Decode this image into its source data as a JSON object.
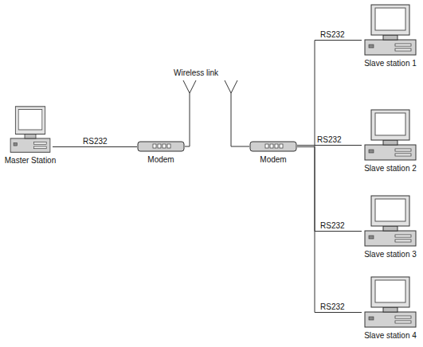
{
  "diagram": {
    "nodes": [
      {
        "text": [
          "Master Station"
        ]
      },
      {
        "text": [
          "Modem"
        ]
      },
      {
        "text": [
          "Modem"
        ]
      },
      {
        "text": [
          "Slave station 1"
        ]
      },
      {
        "text": [
          "Slave station 2"
        ]
      },
      {
        "text": [
          "Slave station 3"
        ]
      },
      {
        "text": [
          "Slave station 4"
        ]
      }
    ],
    "edges": [
      {
        "from": 0,
        "to": 1,
        "arrow": "none",
        "label": "RS232"
      },
      {
        "from": 2,
        "to": 3,
        "arrow": "none",
        "label": "RS232"
      },
      {
        "from": 2,
        "to": 4,
        "arrow": "none",
        "label": "RS232"
      },
      {
        "from": 2,
        "to": 5,
        "arrow": "none",
        "label": "RS232"
      },
      {
        "from": 2,
        "to": 6,
        "arrow": "none",
        "label": "RS232"
      }
    ],
    "labels": [
      "Wireless link"
    ]
  }
}
